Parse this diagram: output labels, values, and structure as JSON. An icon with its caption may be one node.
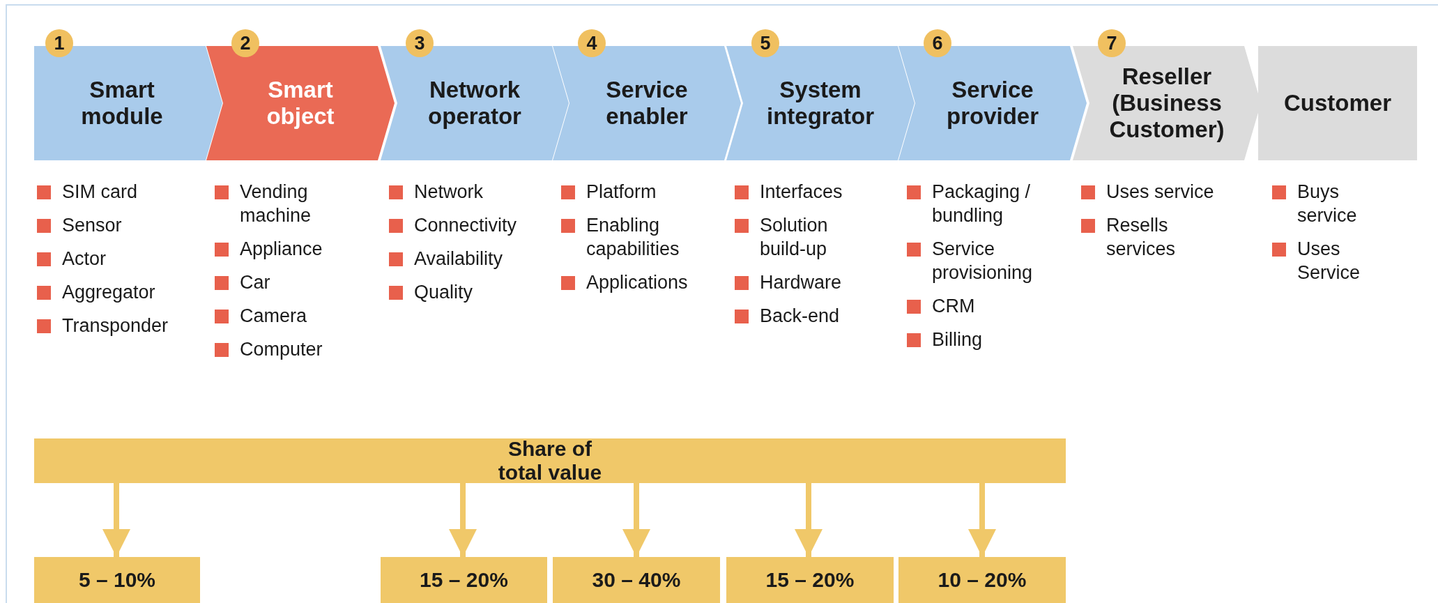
{
  "diagram": {
    "nodes": [
      {
        "text": [
          "Smart module"
        ],
        "beside": [
          "1",
          "SIM card",
          "Sensor",
          "Actor",
          "Aggregator",
          "Transponder"
        ]
      },
      {
        "text": [
          "Smart object"
        ],
        "beside": [
          "2",
          "Vending machine",
          "Appliance",
          "Car",
          "Camera",
          "Computer"
        ]
      },
      {
        "text": [
          "Network operator"
        ],
        "beside": [
          "3",
          "Network",
          "Connectivity",
          "Availability",
          "Quality"
        ]
      },
      {
        "text": [
          "Service enabler"
        ],
        "beside": [
          "4",
          "Platform",
          "Enabling capabilities",
          "Applications"
        ]
      },
      {
        "text": [
          "System integrator"
        ],
        "beside": [
          "5",
          "Interfaces",
          "Solution build-up",
          "Hardware",
          "Back-end"
        ]
      },
      {
        "text": [
          "Service provider"
        ],
        "beside": [
          "6",
          "Packaging / bundling",
          "Service provisioning",
          "CRM",
          "Billing"
        ]
      },
      {
        "text": [
          "Reseller (Business Customer)"
        ],
        "beside": [
          "7",
          "Uses service",
          "Resells services"
        ]
      },
      {
        "text": [
          "Customer"
        ],
        "beside": [
          "Buys service",
          "Uses Service"
        ]
      },
      {
        "text": [
          "Share of total value"
        ]
      },
      {
        "text": [
          "5 – 10%"
        ]
      },
      {
        "text": [
          "15 – 20%"
        ]
      },
      {
        "text": [
          "30 – 40%"
        ]
      },
      {
        "text": [
          "15 – 20%"
        ]
      },
      {
        "text": [
          "10 – 20%"
        ]
      }
    ],
    "edges": [
      {
        "from": 8,
        "to": 9,
        "arrow": "to"
      },
      {
        "from": 8,
        "to": 10,
        "arrow": "to"
      },
      {
        "from": 8,
        "to": 11,
        "arrow": "to"
      },
      {
        "from": 8,
        "to": 12,
        "arrow": "to"
      },
      {
        "from": 8,
        "to": 13,
        "arrow": "to"
      }
    ]
  }
}
